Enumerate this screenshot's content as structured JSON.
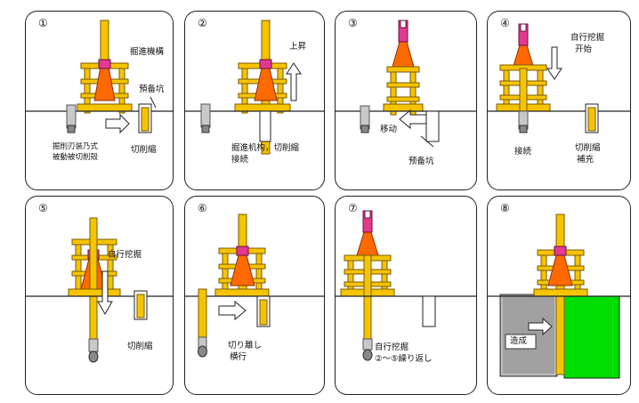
{
  "panels": [
    {
      "num": "①",
      "labels": {
        "mechanism": "掘進機構",
        "pilot_hole": "預备坑",
        "drive_note_1": "掘削刃装乃式",
        "drive_note_2": "被動被切削殻",
        "cutter": "切削縮"
      }
    },
    {
      "num": "②",
      "labels": {
        "rise": "上昇",
        "note_1": "掘進机构，切削縮",
        "note_2": "接続"
      }
    },
    {
      "num": "③",
      "labels": {
        "move": "移动",
        "pilot_hole": "预备坑"
      }
    },
    {
      "num": "④",
      "labels": {
        "start_1": "自行挖掘",
        "start_2": "开始",
        "connect": "接続",
        "cutter_1": "切削縮",
        "cutter_2": "補充"
      }
    },
    {
      "num": "⑤",
      "labels": {
        "self_dig": "自行挖掘",
        "cutter": "切削縮"
      }
    },
    {
      "num": "⑥",
      "labels": {
        "cut_1": "切り離し",
        "cut_2": "横行"
      }
    },
    {
      "num": "⑦",
      "labels": {
        "dig_1": "自行挖掘",
        "dig_2": "②～⑤繰り返し"
      }
    },
    {
      "num": "⑧",
      "labels": {
        "complete": "造成"
      }
    }
  ],
  "colors": {
    "frame": "#f5c400",
    "cone": "#ff6a00",
    "pink": "#e23a90",
    "ground_block": "#00dd00",
    "grey_block": "#a0a0a0"
  }
}
